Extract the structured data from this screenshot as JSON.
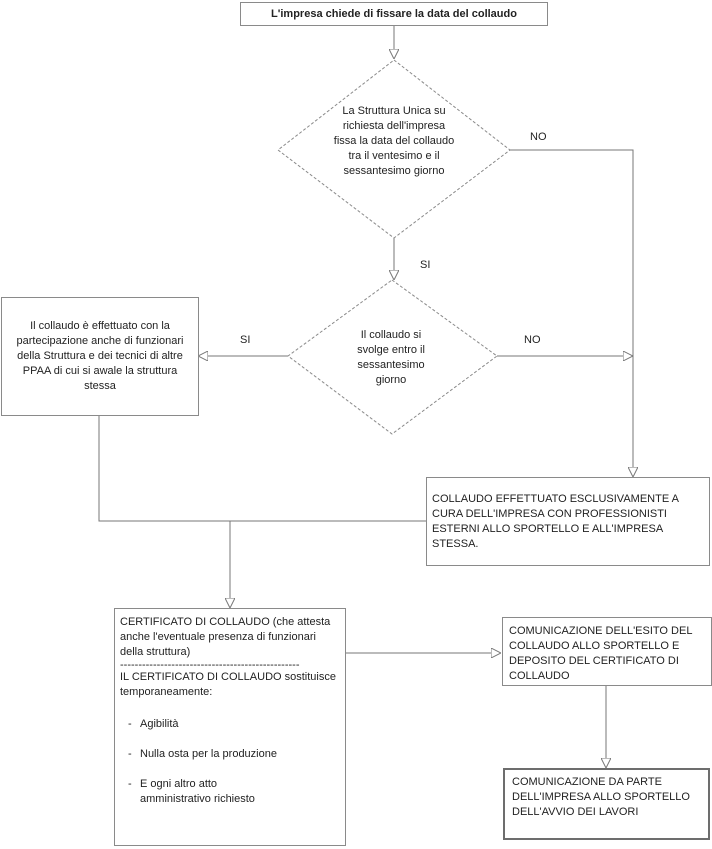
{
  "start": {
    "text": "L'impresa chiede di fissare la data del collaudo"
  },
  "decision1": {
    "text": "La Struttura Unica su richiesta dell'impresa fissa la data del collaudo tra il ventesimo e il sessantesimo giorno"
  },
  "decision2": {
    "text": "Il collaudo si svolge entro il sessantesimo giorno"
  },
  "labels": {
    "no1": "NO",
    "si1": "SI",
    "si2": "SI",
    "no2": "NO"
  },
  "box_internal": {
    "text": "Il collaudo è effettuato con la partecipazione anche di funzionari della Struttura e dei tecnici di altre PPAA di cui si awale la struttura stessa"
  },
  "box_external": {
    "text": "COLLAUDO EFFETTUATO ESCLUSIVAMENTE A CURA DELL'IMPRESA CON PROFESSIONISTI ESTERNI ALLO SPORTELLO E ALL'IMPRESA STESSA."
  },
  "certificate": {
    "title": "CERTIFICATO DI COLLAUDO (che attesta anche l'eventuale presenza di funzionari della struttura)",
    "separator": "-------------------------------------------------",
    "subtitle": "IL CERTIFICATO DI COLLAUDO sostituisce temporaneamente:",
    "items": [
      "Agibilità",
      "Nulla osta per la produzione",
      "E ogni altro atto amministrativo richiesto"
    ],
    "bullet": "-"
  },
  "communication": {
    "text": "COMUNICAZIONE DELL'ESITO DEL COLLAUDO ALLO SPORTELLO E DEPOSITO DEL CERTIFICATO DI COLLAUDO"
  },
  "final": {
    "text": "COMUNICAZIONE DA PARTE DELL'IMPRESA ALLO SPORTELLO DELL'AVVIO DEI LAVORI"
  }
}
